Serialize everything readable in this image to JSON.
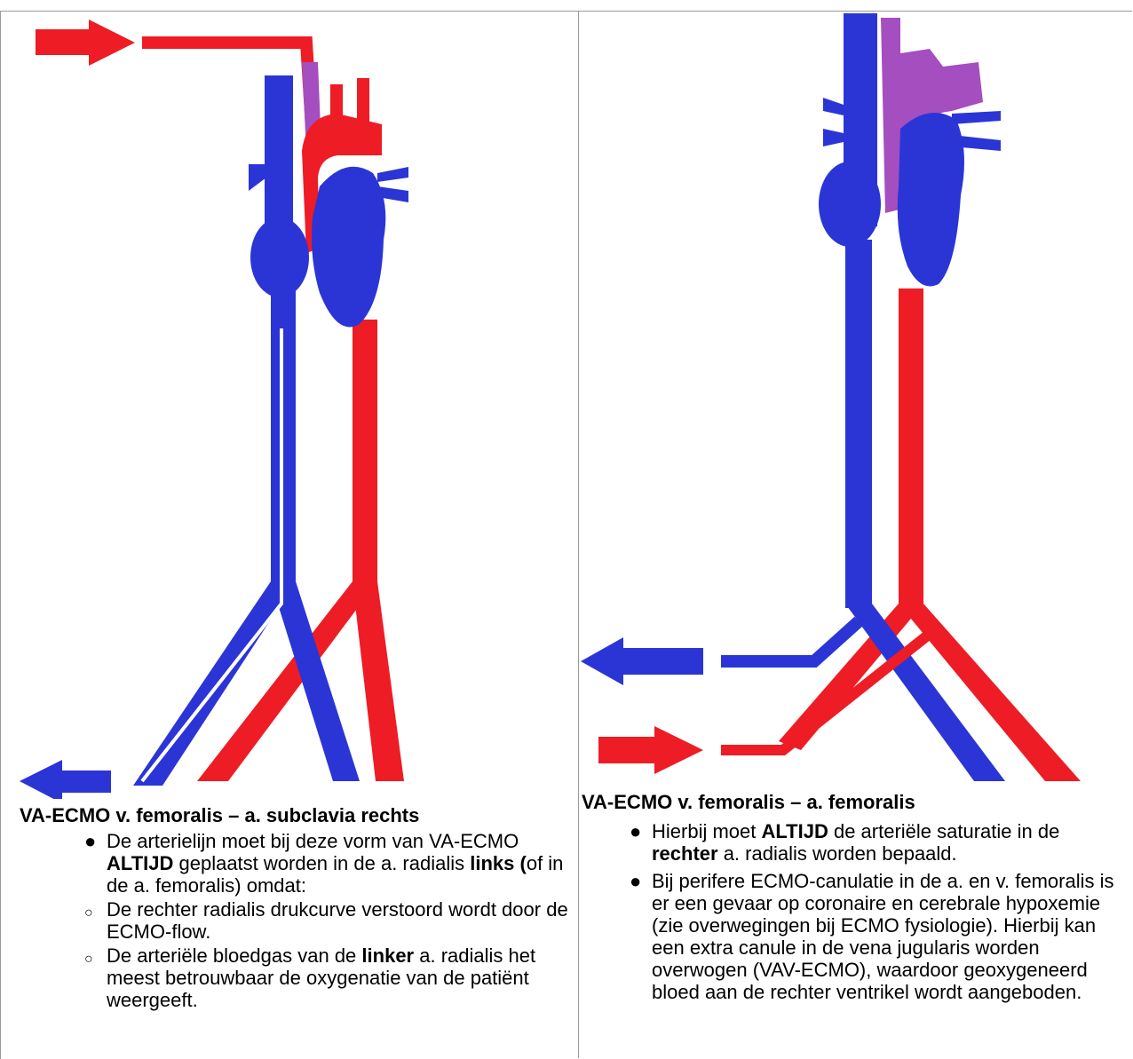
{
  "left": {
    "title": "VA-ECMO v. femoralis –  a. subclavia rechts",
    "bullet1": {
      "t1": "De arterielijn moet bij deze vorm van VA-ECMO ",
      "b1": "ALTIJD",
      "t2": " geplaatst worden in de a. radialis ",
      "b2": "links (",
      "t3": "of in de a. femoralis) omdat:"
    },
    "sub1": "De rechter radialis drukcurve verstoord wordt door de ECMO-flow.",
    "sub2": {
      "t1": "De arteriële bloedgas van de ",
      "b1": "linker",
      "t2": " a. radialis het meest betrouwbaar de oxygenatie van de patiënt weergeeft."
    }
  },
  "right": {
    "title": "VA-ECMO v. femoralis – a. femoralis",
    "bullet1": {
      "t1": "Hierbij moet ",
      "b1": "ALTIJD",
      "t2": " de arteriële saturatie in de ",
      "b2": "rechter",
      "t3": " a. radialis worden bepaald."
    },
    "bullet2": "Bij perifere ECMO-canulatie in de a. en v. femoralis is er een gevaar  op coronaire en cerebrale hypoxemie (zie overwegingen bij ECMO fysiologie). Hierbij kan een extra canule in de vena jugularis worden overwogen (VAV-ECMO), waardoor geoxygeneerd bloed aan de rechter ventrikel wordt aangeboden."
  },
  "colors": {
    "artery": "#ee1c24",
    "vein": "#2b35d6",
    "mixed": "#a54ec0",
    "border": "#9a9a9a"
  }
}
